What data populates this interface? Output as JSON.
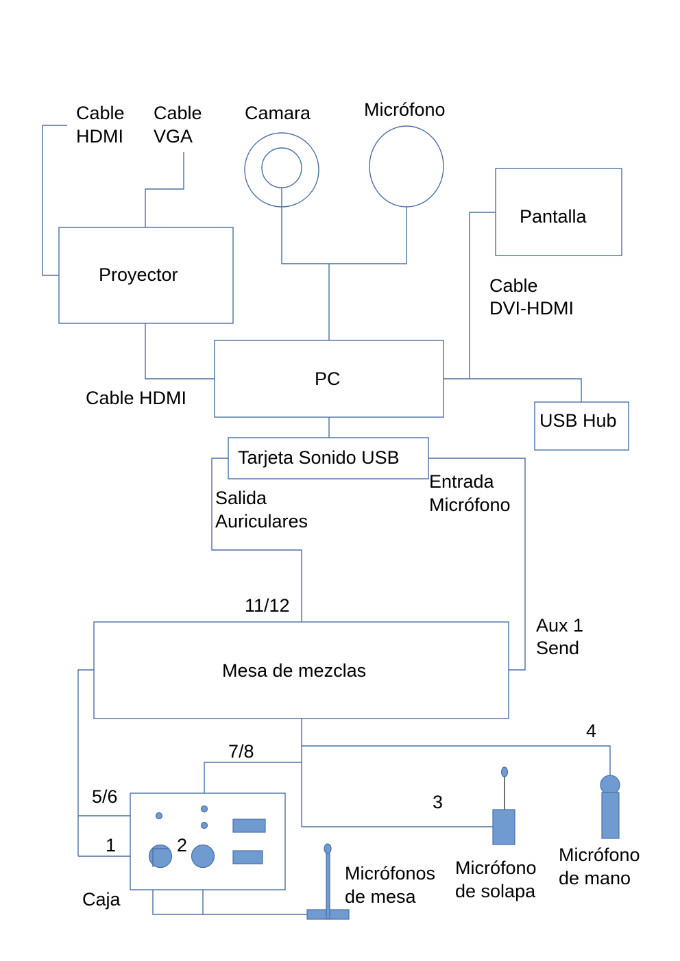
{
  "colors": {
    "line": "#4a6fa5",
    "device_fill": "#6f9bd0",
    "text": "#000000",
    "background": "#ffffff"
  },
  "devices": {
    "camera": "Camara",
    "microphone_top": "Micrófono",
    "screen": "Pantalla",
    "projector": "Proyector",
    "pc": "PC",
    "usb_hub": "USB Hub",
    "sound_card": "Tarjeta Sonido USB",
    "mixer": "Mesa de mezclas",
    "box": "Caja",
    "table_mics": [
      "Micrófonos",
      "de mesa"
    ],
    "lapel_mic": [
      "Micrófono",
      "de solapa"
    ],
    "hand_mic": [
      "Micrófono",
      "de mano"
    ]
  },
  "cables": {
    "hdmi_top": [
      "Cable",
      "HDMI"
    ],
    "vga": [
      "Cable",
      "VGA"
    ],
    "dvi_hdmi": [
      "Cable",
      "DVI-HDMI"
    ],
    "hdmi_pc": "Cable HDMI",
    "headphone_out": [
      "Salida",
      "Auriculares"
    ],
    "mic_in": [
      "Entrada",
      "Micrófono"
    ],
    "aux_send": [
      "Aux 1",
      "Send"
    ]
  },
  "channels": {
    "ch_11_12": "11/12",
    "ch_7_8": "7/8",
    "ch_5_6": "5/6",
    "ch_1": "1",
    "ch_2": "2",
    "ch_3": "3",
    "ch_4": "4"
  }
}
